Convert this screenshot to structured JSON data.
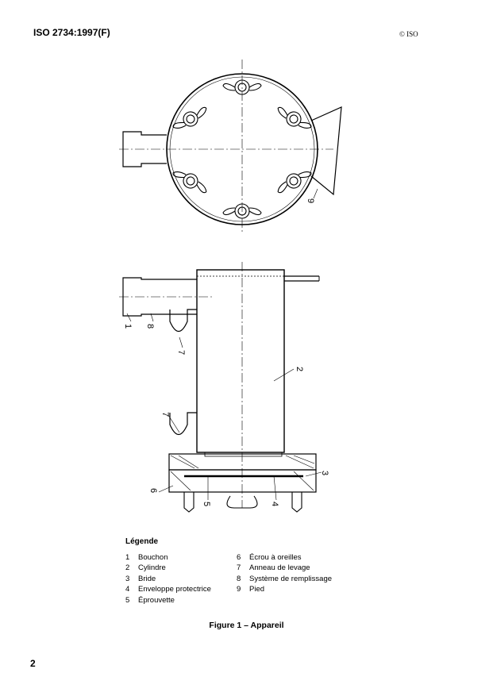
{
  "header": {
    "standard": "ISO 2734:1997(F)",
    "copyright": "© ISO"
  },
  "figure": {
    "callouts": {
      "top_9": "9",
      "side_1": "1",
      "side_8": "8",
      "side_7a": "7",
      "side_2": "2",
      "side_7b": "7",
      "side_3": "3",
      "side_6": "6",
      "side_5": "5",
      "side_4": "4"
    },
    "legend_title": "Légende",
    "legend": [
      {
        "n": "1",
        "t": "Bouchon"
      },
      {
        "n": "2",
        "t": "Cylindre"
      },
      {
        "n": "3",
        "t": "Bride"
      },
      {
        "n": "4",
        "t": "Enveloppe protectrice"
      },
      {
        "n": "5",
        "t": "Éprouvette"
      },
      {
        "n": "6",
        "t": "Écrou à oreilles"
      },
      {
        "n": "7",
        "t": "Anneau de levage"
      },
      {
        "n": "8",
        "t": "Système de remplissage"
      },
      {
        "n": "9",
        "t": "Pied"
      }
    ],
    "caption": "Figure 1 – Appareil"
  },
  "page_number": "2"
}
